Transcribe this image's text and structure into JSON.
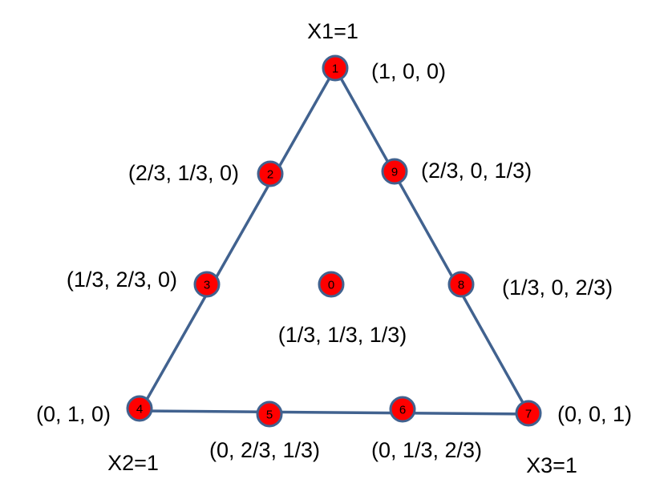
{
  "diagram": {
    "corner_labels": {
      "x1": "X1=1",
      "x2": "X2=1",
      "x3": "X3=1"
    },
    "nodes": [
      {
        "id": "1",
        "coord_label": "(1, 0, 0)"
      },
      {
        "id": "2",
        "coord_label": "(2/3, 1/3, 0)"
      },
      {
        "id": "3",
        "coord_label": "(1/3, 2/3, 0)"
      },
      {
        "id": "4",
        "coord_label": "(0, 1, 0)"
      },
      {
        "id": "5",
        "coord_label": "(0, 2/3, 1/3)"
      },
      {
        "id": "6",
        "coord_label": "(0, 1/3, 2/3)"
      },
      {
        "id": "7",
        "coord_label": "(0, 0, 1)"
      },
      {
        "id": "8",
        "coord_label": "(1/3, 0, 2/3)"
      },
      {
        "id": "9",
        "coord_label": "(2/3, 0, 1/3)"
      },
      {
        "id": "0",
        "coord_label": "(1/3, 1/3, 1/3)"
      }
    ],
    "colors": {
      "edge": "#41628f",
      "node_fill": "#ff0000",
      "node_stroke": "#41628f",
      "text": "#000000"
    }
  }
}
